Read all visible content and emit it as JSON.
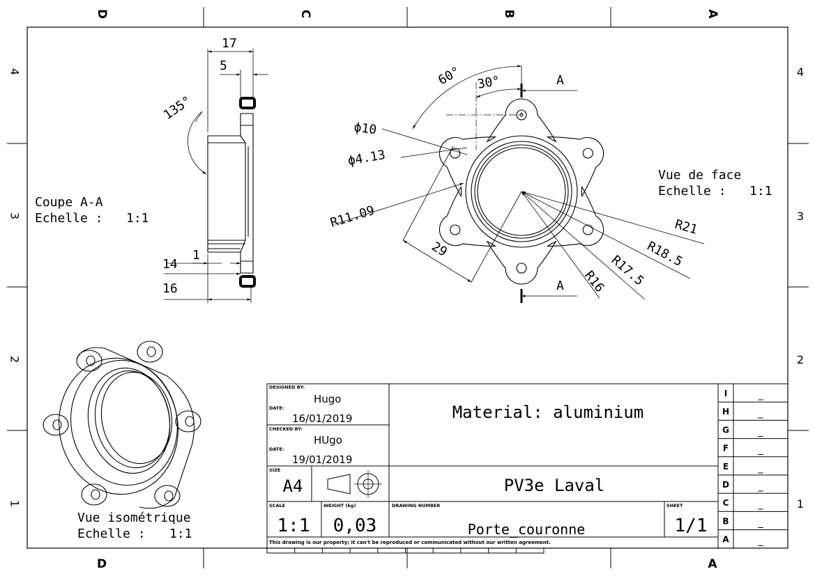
{
  "zones": {
    "columns_top": [
      "D",
      "C",
      "B",
      "A"
    ],
    "columns_bottom": [
      "D",
      "A"
    ],
    "rows": [
      "4",
      "3",
      "2",
      "1"
    ]
  },
  "section_view": {
    "title": "Coupe A-A",
    "scale_label": "Echelle :",
    "scale": "1:1",
    "dims": {
      "width_17": "17",
      "width_5": "5",
      "angle_135": "135°",
      "dim_1": "1",
      "dim_14": "14",
      "dim_16": "16"
    }
  },
  "front_view": {
    "title": "Vue de face",
    "scale_label": "Echelle :",
    "scale": "1:1",
    "section_marker": "A",
    "dims": {
      "angle_60": "60°",
      "angle_30": "30°",
      "dia_10": "ϕ10",
      "dia_413": "ϕ4.13",
      "r_1109": "R11.09",
      "d_29": "29",
      "r_16": "R16",
      "r_175": "R17.5",
      "r_185": "R18.5",
      "r_21": "R21"
    }
  },
  "iso_view": {
    "title": "Vue isométrique",
    "scale_label": "Echelle :",
    "scale": "1:1"
  },
  "title_block": {
    "designed_by_label": "DESIGNED BY:",
    "designed_by": "Hugo",
    "date_label": "DATE:",
    "design_date": "16/01/2019",
    "checked_by_label": "CHECKED BY:",
    "checked_by": "HUgo",
    "check_date": "19/01/2019",
    "material": "Material: aluminium",
    "size_label": "SIZE",
    "size": "A4",
    "project": "PV3e Laval",
    "scale_label": "SCALE",
    "scale": "1:1",
    "weight_label": "WEIGHT (kg)",
    "weight": "0,03",
    "drawing_number_label": "DRAWING NUMBER",
    "drawing_number": "Porte_couronne",
    "sheet_label": "SHEET",
    "sheet": "1/1",
    "notice": "This drawing is our property; it can't be reproduced or communicated without our written agreement.",
    "revisions": [
      {
        "letter": "I",
        "value": "_"
      },
      {
        "letter": "H",
        "value": "_"
      },
      {
        "letter": "G",
        "value": "_"
      },
      {
        "letter": "F",
        "value": "_"
      },
      {
        "letter": "E",
        "value": "_"
      },
      {
        "letter": "D",
        "value": "_"
      },
      {
        "letter": "C",
        "value": "_"
      },
      {
        "letter": "B",
        "value": "_"
      },
      {
        "letter": "A",
        "value": "_"
      }
    ]
  }
}
